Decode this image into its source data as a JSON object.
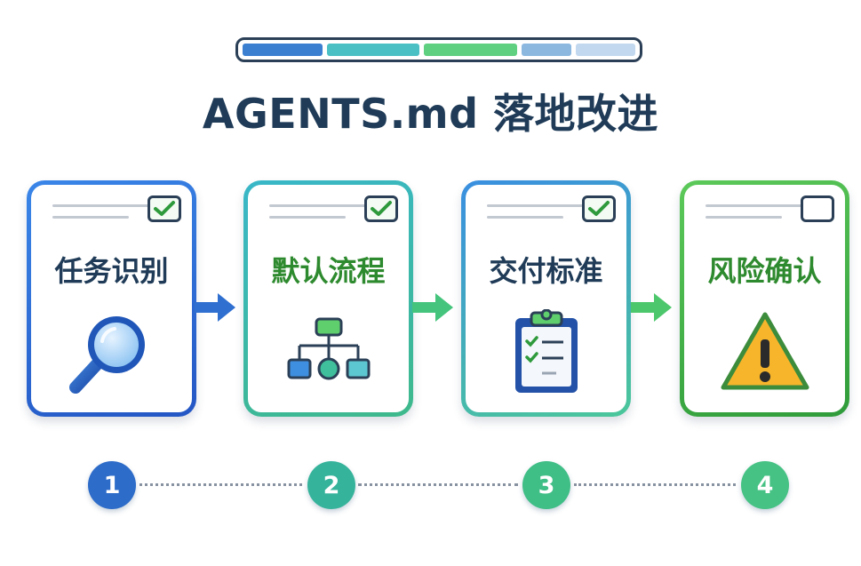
{
  "title": "AGENTS.md 落地改进",
  "progress_segments": [
    {
      "color": "#3a7fd0",
      "weight": 90
    },
    {
      "color": "#4bc0c4",
      "weight": 105
    },
    {
      "color": "#5fcf80",
      "weight": 105
    },
    {
      "color": "#8cb8e0",
      "weight": 57
    },
    {
      "color": "#c2d8ee",
      "weight": 67
    }
  ],
  "cards": [
    {
      "label": "任务识别",
      "label_color": "#1f3b57",
      "checked": true,
      "icon": "magnifier-icon",
      "gradient": [
        "#3a86e8",
        "#2456c4"
      ]
    },
    {
      "label": "默认流程",
      "label_color": "#2e8a2e",
      "checked": true,
      "icon": "flowchart-icon",
      "gradient": [
        "#39b7c8",
        "#3eb98c"
      ]
    },
    {
      "label": "交付标准",
      "label_color": "#1f3b57",
      "checked": true,
      "icon": "clipboard-checklist-icon",
      "gradient": [
        "#3a8fe0",
        "#4bc79a"
      ]
    },
    {
      "label": "风险确认",
      "label_color": "#2e8a2e",
      "checked": false,
      "icon": "warning-icon",
      "gradient": [
        "#5cc95a",
        "#2f9b3a"
      ]
    }
  ],
  "arrows": [
    "#2f6fd0",
    "#44c47c",
    "#4cc76b"
  ],
  "steps": [
    {
      "number": "1",
      "color": "#2e6cc9"
    },
    {
      "number": "2",
      "color": "#36b39b"
    },
    {
      "number": "3",
      "color": "#3fbe86"
    },
    {
      "number": "4",
      "color": "#46c284"
    }
  ]
}
